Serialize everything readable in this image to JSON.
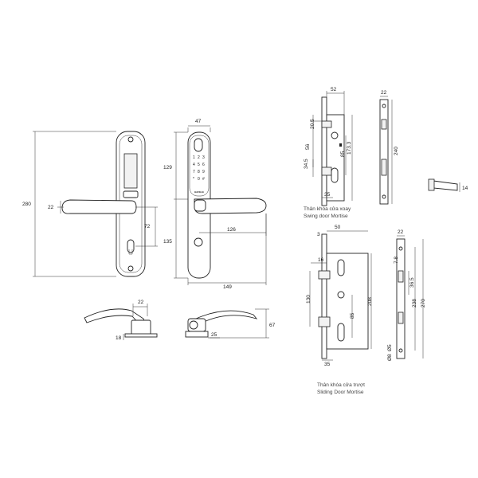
{
  "dimensions": {
    "plate_height": "280",
    "handle_offset": "22",
    "handle_to_cylinder": "72",
    "keypad_width": "47",
    "keypad_height": "129",
    "lower_height": "135",
    "lever_length": "126",
    "overall_width": "149",
    "lever_side_22": "22",
    "lever_side_18": "18",
    "lever_bottom_25": "25",
    "lever_height_67": "67",
    "swing_width_52": "52",
    "swing_20_5": "20.5",
    "swing_56": "56",
    "swing_34_5": "34.5",
    "swing_85": "85",
    "swing_173_3": "173.3",
    "swing_35": "35",
    "swing_face_22": "22",
    "swing_face_240": "240",
    "strike_14": "14",
    "slide_50": "50",
    "slide_3": "3",
    "slide_16": "16",
    "slide_130": "130",
    "slide_85": "85",
    "slide_208": "208",
    "slide_35": "35",
    "slide_face_22": "22",
    "slide_face_7_8": "7.8",
    "slide_face_36_5": "36.5",
    "slide_face_238": "238",
    "slide_face_270": "270",
    "slide_face_phi": "Ø5",
    "slide_face_phi2": "Ø8"
  },
  "captions": {
    "swing_vi": "Thân khóa cửa xoay",
    "swing_en": "Swing door Mortise",
    "sliding_vi": "Thân khóa cửa trượt",
    "sliding_en": "Sliding Door Mortise"
  },
  "keypad": {
    "keys": [
      "1",
      "2",
      "3",
      "4",
      "5",
      "6",
      "7",
      "8",
      "9",
      "*",
      "0",
      "#"
    ],
    "brand": "HAFELE"
  }
}
